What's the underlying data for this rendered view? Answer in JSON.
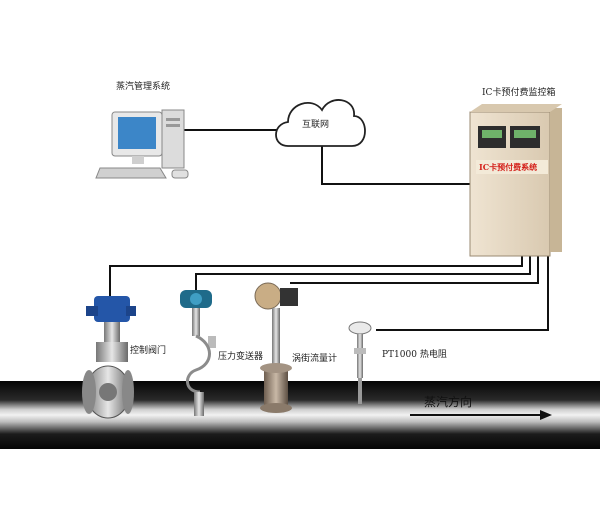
{
  "labels": {
    "steam_management_system": "蒸汽管理系统",
    "internet": "互联网",
    "ic_box_title": "IC卡预付费监控箱",
    "ic_box_panel": "IC卡预付费系统",
    "control_valve": "控制阀门",
    "pressure_transmitter": "压力变送器",
    "vortex_flowmeter": "涡街流量计",
    "pt1000": "PT1000 热电阻",
    "steam_direction": "蒸汽方向"
  },
  "colors": {
    "line": "#111111",
    "pipe_dark": "#0d0d0d",
    "pipe_highlight": "#e8e8e8",
    "cabinet": "#e9dcc8",
    "panel_text": "#d4201a",
    "valve_actuator": "#2456a8",
    "transmitter_head": "#1f6b8a",
    "flowmeter_body": "#9a8a7a"
  },
  "icons": [
    "computer-icon",
    "cloud-icon",
    "cabinet-icon",
    "valve-icon",
    "transmitter-icon",
    "flowmeter-icon",
    "thermometer-icon",
    "arrow-right-icon"
  ]
}
